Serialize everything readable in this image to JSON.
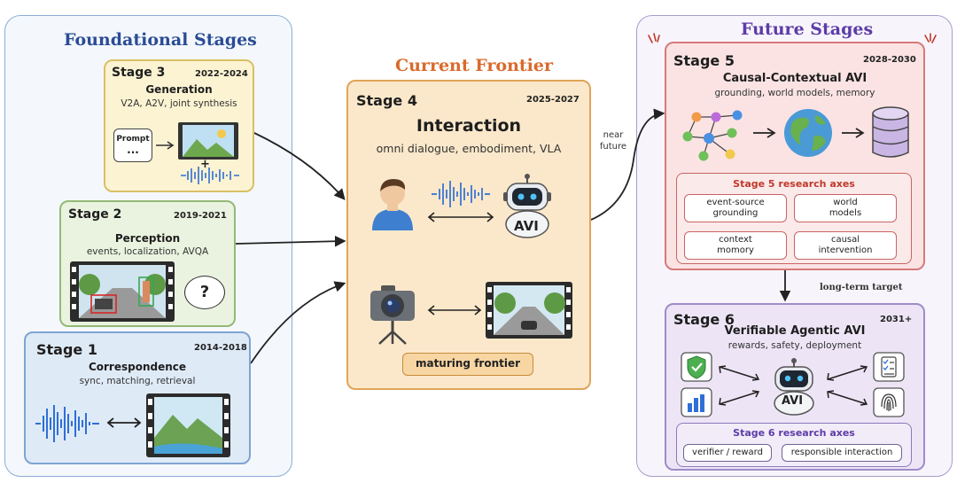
{
  "sections": {
    "foundational": {
      "title": "Foundational Stages",
      "color": "#2a4c96"
    },
    "current": {
      "title": "Current Frontier",
      "color": "#d96a2c"
    },
    "future": {
      "title": "Future Stages",
      "color": "#5e3ba8"
    }
  },
  "stage3": {
    "label": "Stage 3",
    "years": "2022-2024",
    "title": "Generation",
    "subtitle": "V2A, A2V, joint synthesis",
    "prompt_label": "Prompt",
    "prompt_dots": "...",
    "plus": "+"
  },
  "stage2": {
    "label": "Stage 2",
    "years": "2019-2021",
    "title": "Perception",
    "subtitle": "events, localization, AVQA",
    "question": "?"
  },
  "stage1": {
    "label": "Stage 1",
    "years": "2014-2018",
    "title": "Correspondence",
    "subtitle": "sync, matching, retrieval"
  },
  "stage4": {
    "label": "Stage 4",
    "years": "2025-2027",
    "title": "Interaction",
    "subtitle": "omni dialogue, embodiment, VLA",
    "robot_label": "AVI",
    "badge": "maturing frontier"
  },
  "transition": {
    "near": "near",
    "future": "future",
    "long_term": "long-term target"
  },
  "stage5": {
    "label": "Stage 5",
    "years": "2028-2030",
    "title": "Causal-Contextual AVI",
    "subtitle": "grounding, world models, memory",
    "axes_title": "Stage 5 research axes",
    "axes": [
      {
        "line1": "event-source",
        "line2": "grounding"
      },
      {
        "line1": "world",
        "line2": "models"
      },
      {
        "line1": "context",
        "line2": "momory"
      },
      {
        "line1": "causal",
        "line2": "intervention"
      }
    ]
  },
  "stage6": {
    "label": "Stage 6",
    "years": "2031+",
    "title": "Verifiable Agentic AVI",
    "subtitle": "rewards, safety, deployment",
    "robot_label": "AVI",
    "axes_title": "Stage 6 research axes",
    "axes": [
      "verifier / reward",
      "responsible interaction"
    ]
  },
  "icons": [
    "prompt-box-icon",
    "landscape-frame-icon",
    "waveform-icon",
    "video-frame-icon",
    "question-bubble-icon",
    "person-icon",
    "robot-icon",
    "camera-icon",
    "graph-network-icon",
    "globe-icon",
    "database-icon",
    "shield-check-icon",
    "bar-chart-icon",
    "checklist-icon",
    "fingerprint-icon"
  ]
}
